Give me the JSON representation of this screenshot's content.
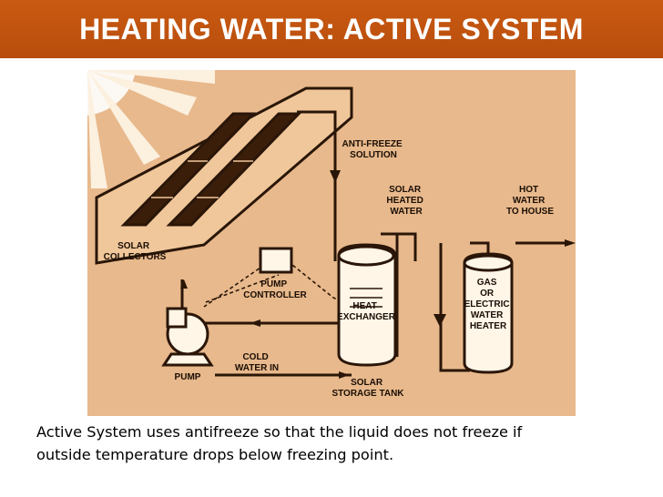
{
  "title": "HEATING WATER: ACTIVE SYSTEM",
  "diagram": {
    "labels": {
      "solar_collectors": [
        "SOLAR",
        "COLLECTORS"
      ],
      "anti_freeze": [
        "ANTI-FREEZE",
        "SOLUTION"
      ],
      "solar_heated_water": [
        "SOLAR",
        "HEATED",
        "WATER"
      ],
      "hot_water": [
        "HOT",
        "WATER",
        "TO HOUSE"
      ],
      "pump_controller": [
        "PUMP",
        "CONTROLLER"
      ],
      "heat_exchanger": [
        "HEAT",
        "EXCHANGER"
      ],
      "gas_electric": [
        "GAS",
        "OR",
        "ELECTRIC",
        "WATER",
        "HEATER"
      ],
      "cold_water": [
        "COLD",
        "WATER IN"
      ],
      "pump": [
        "PUMP"
      ],
      "storage_tank": [
        "SOLAR",
        "STORAGE TANK"
      ]
    },
    "colors": {
      "background": "#e8b98c",
      "line": "#2a1608",
      "roof": "#f0c79a"
    }
  },
  "caption": {
    "line1": "Active System uses antifreeze so that the liquid does not freeze if",
    "line2": "outside temperature drops below freezing point."
  },
  "colors": {
    "title_bar": "#c0520e",
    "title_text": "#ffffff"
  }
}
